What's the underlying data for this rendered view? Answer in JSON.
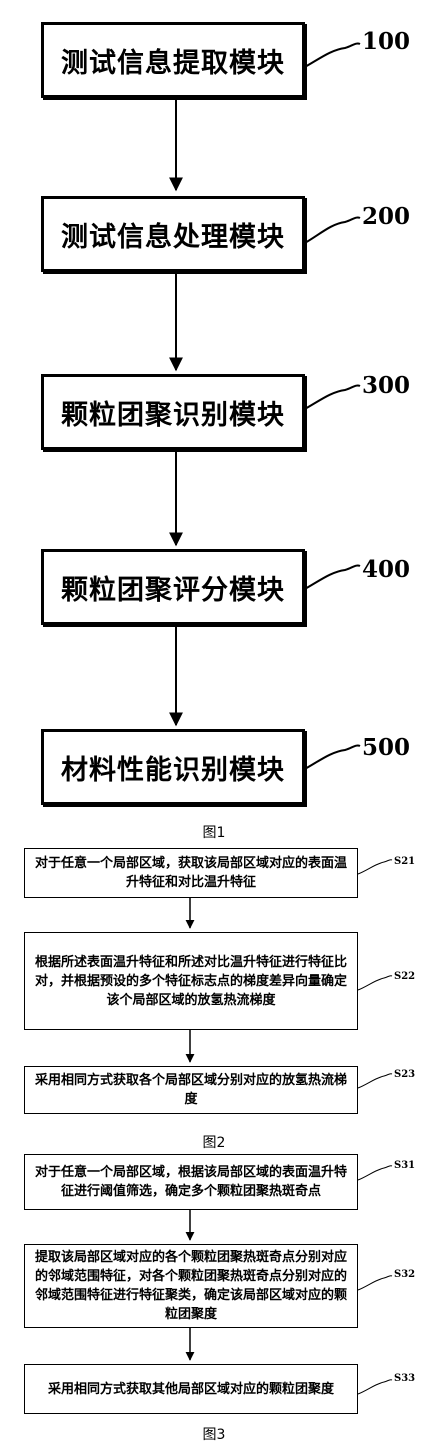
{
  "figure1": {
    "modules": [
      {
        "label": "测试信息提取模块",
        "tag": "100"
      },
      {
        "label": "测试信息处理模块",
        "tag": "200"
      },
      {
        "label": "颗粒团聚识别模块",
        "tag": "300"
      },
      {
        "label": "颗粒团聚评分模块",
        "tag": "400"
      },
      {
        "label": "材料性能识别模块",
        "tag": "500"
      }
    ],
    "caption": "图1"
  },
  "figure2": {
    "steps": [
      {
        "text": "对于任意一个局部区域，获取该局部区域对应的表面温升特征和对比温升特征",
        "tag": "S21"
      },
      {
        "text": "根据所述表面温升特征和所述对比温升特征进行特征比对，并根据预设的多个特征标志点的梯度差异向量确定该个局部区域的放氢热流梯度",
        "tag": "S22"
      },
      {
        "text": "采用相同方式获取各个局部区域分别对应的放氢热流梯度",
        "tag": "S23"
      }
    ],
    "caption": "图2"
  },
  "figure3": {
    "steps": [
      {
        "text": "对于任意一个局部区域，根据该局部区域的表面温升特征进行阈值筛选，确定多个颗粒团聚热斑奇点",
        "tag": "S31"
      },
      {
        "text": "提取该局部区域对应的各个颗粒团聚热斑奇点分别对应的邻域范围特征，对各个颗粒团聚热斑奇点分别对应的邻域范围特征进行特征聚类，确定该局部区域对应的颗粒团聚度",
        "tag": "S32"
      },
      {
        "text": "采用相同方式获取其他局部区域对应的颗粒团聚度",
        "tag": "S33"
      }
    ],
    "caption": "图3"
  }
}
